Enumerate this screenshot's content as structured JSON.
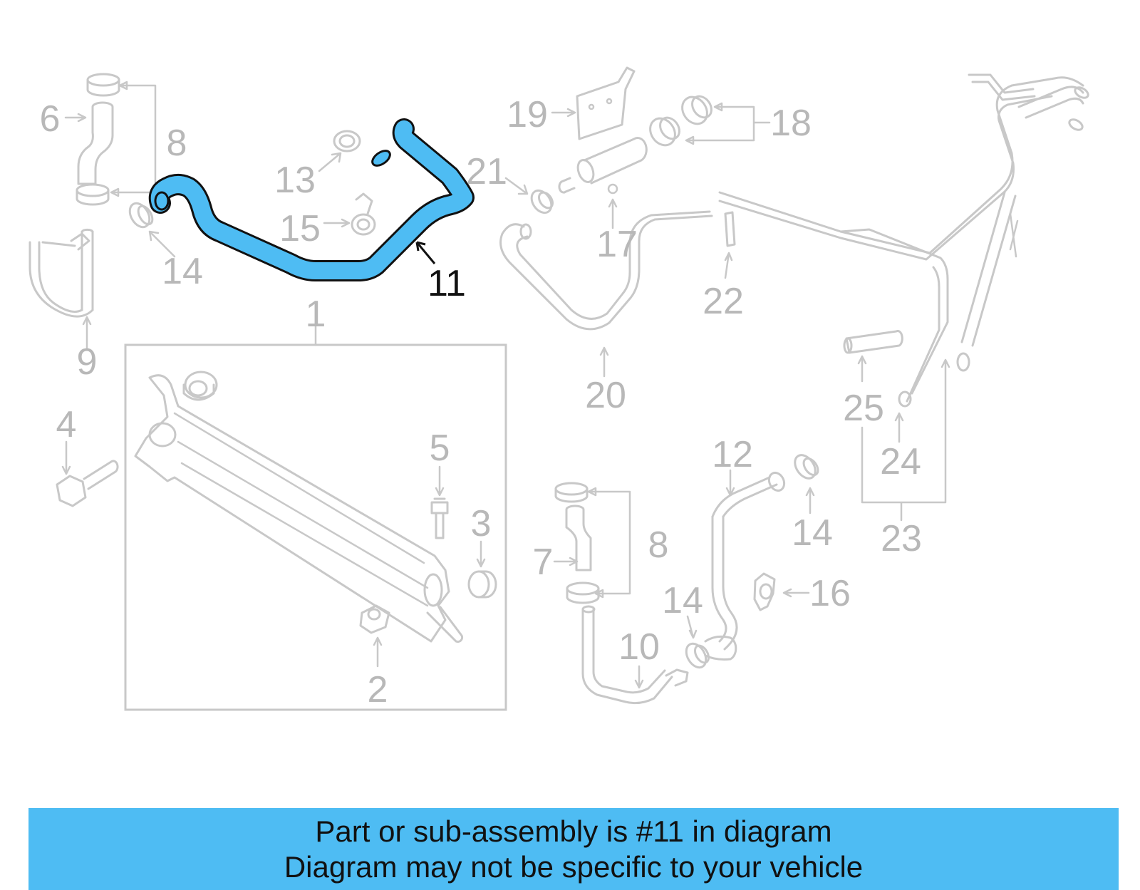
{
  "highlight_color": "#4ebcf3",
  "highlighted_part": "11",
  "callouts": [
    "1",
    "2",
    "3",
    "4",
    "5",
    "6",
    "7",
    "8",
    "8",
    "9",
    "10",
    "11",
    "12",
    "13",
    "14",
    "14",
    "14",
    "14",
    "15",
    "16",
    "17",
    "18",
    "19",
    "20",
    "21",
    "22",
    "23",
    "24",
    "25"
  ],
  "banner": {
    "line1": "Part or sub-assembly is #11 in diagram",
    "line2": "Diagram may not be specific to your vehicle"
  }
}
